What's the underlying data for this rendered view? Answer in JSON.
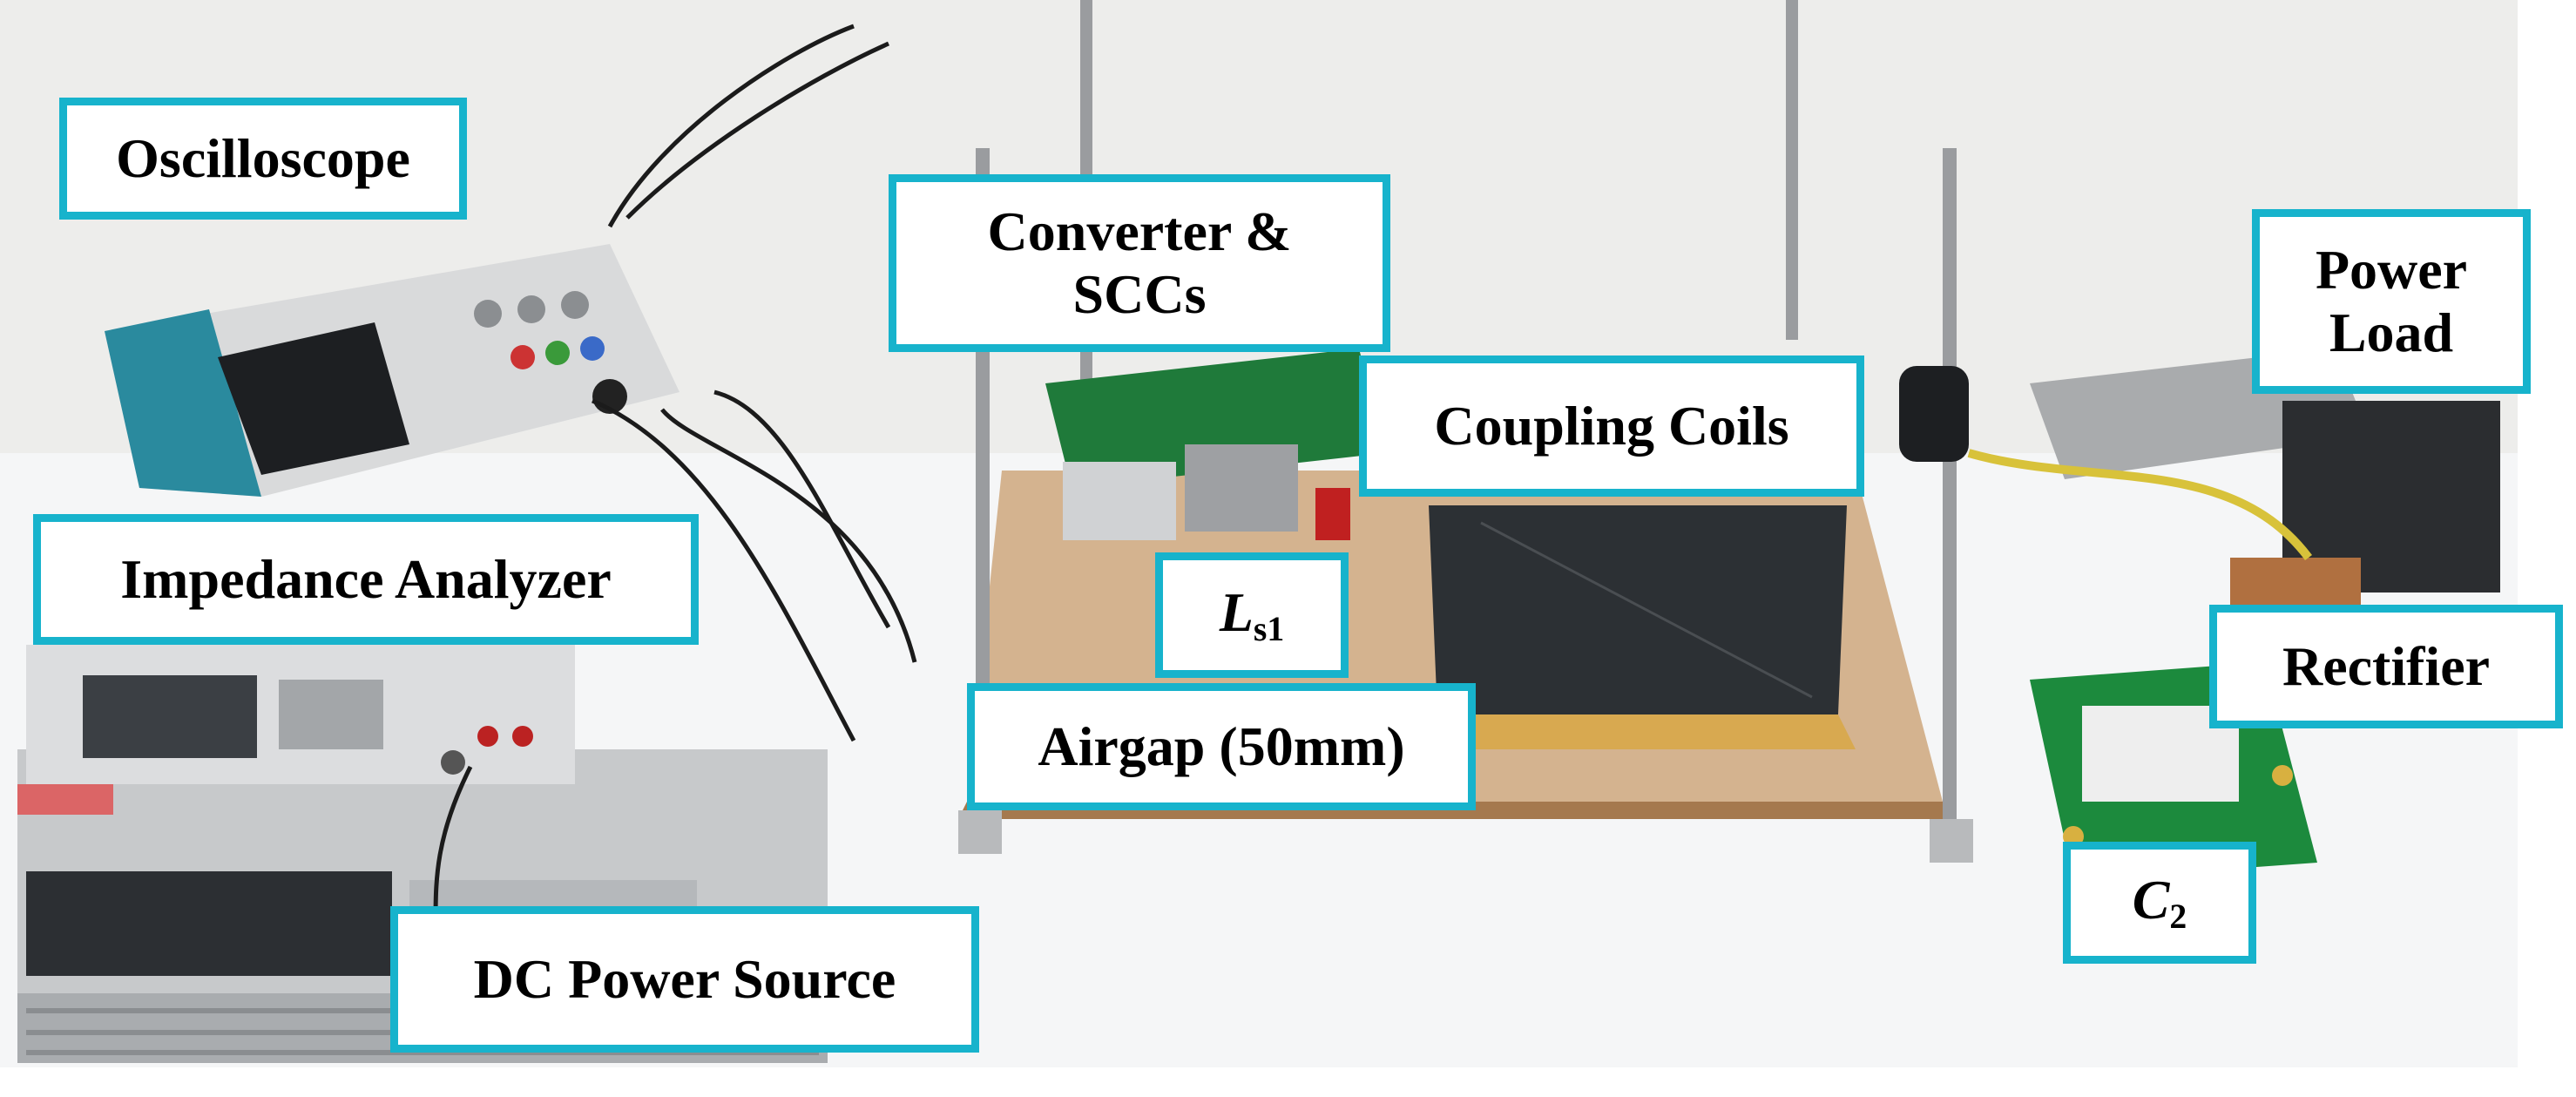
{
  "photo": {
    "colors": {
      "wall": "#eeeeec",
      "table": "#f4f5f6",
      "label_border": "#17b3cc",
      "instrument_gray": "#c9cbcd",
      "instrument_dark": "#3a3d40",
      "acrylic_base": "#c79a6a",
      "coil_pad": "#2b2f33",
      "pcb_green": "#1f7a3a"
    }
  },
  "labels": {
    "oscilloscope": "Oscilloscope",
    "converter_line1": "Converter &",
    "converter_line2": "SCCs",
    "coupling_coils": "Coupling Coils",
    "power_load_line1": "Power",
    "power_load_line2": "Load",
    "impedance_analyzer": "Impedance Analyzer",
    "ls1_symbol": "L",
    "ls1_subscript": "s1",
    "airgap": "Airgap (50mm)",
    "rectifier": "Rectifier",
    "dc_power_source": "DC Power Source",
    "c2_symbol": "C",
    "c2_subscript": "2"
  }
}
